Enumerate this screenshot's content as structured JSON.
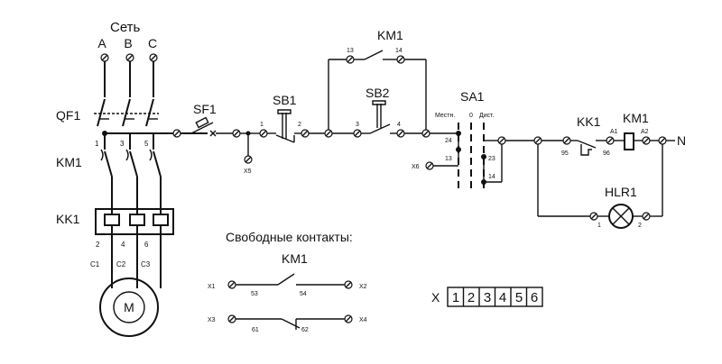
{
  "diagram": {
    "network_label": "Сеть",
    "phases": [
      "A",
      "B",
      "C"
    ],
    "qf1": "QF1",
    "km1_main": "KM1",
    "kk1_main": "KK1",
    "motor": "M",
    "motor_terms_top": [
      "1",
      "3",
      "5"
    ],
    "kk_terms": [
      "2",
      "4",
      "6"
    ],
    "motor_leads": [
      "C1",
      "C2",
      "C3"
    ],
    "sf1": "SF1",
    "sb1": "SB1",
    "sb2": "SB2",
    "km1_aux": "KM1",
    "sa1": "SA1",
    "sa1_local": "Местн.",
    "sa1_zero": "0",
    "sa1_remote": "Дист.",
    "kk1_aux": "KK1",
    "km1_coil": "KM1",
    "hlr1": "HLR1",
    "neutral": "N",
    "free_contacts_title": "Свободные контакты:",
    "free_km1": "KM1",
    "nums": {
      "n1": "1",
      "n2": "2",
      "n3": "3",
      "n4": "4",
      "n13": "13",
      "n14": "14",
      "n24": "24",
      "n23": "23",
      "n13b": "13",
      "n14b": "14",
      "x5": "X5",
      "x6": "X6",
      "n95": "95",
      "n96": "96",
      "a1": "A1",
      "a2": "A2",
      "h1": "1",
      "h2": "2",
      "x1": "X1",
      "x2": "X2",
      "x3": "X3",
      "x4": "X4",
      "c53": "53",
      "c54": "54",
      "c61": "61",
      "c62": "62"
    },
    "terminal_block_label": "X",
    "terminal_block": [
      "1",
      "2",
      "3",
      "4",
      "5",
      "6"
    ]
  }
}
